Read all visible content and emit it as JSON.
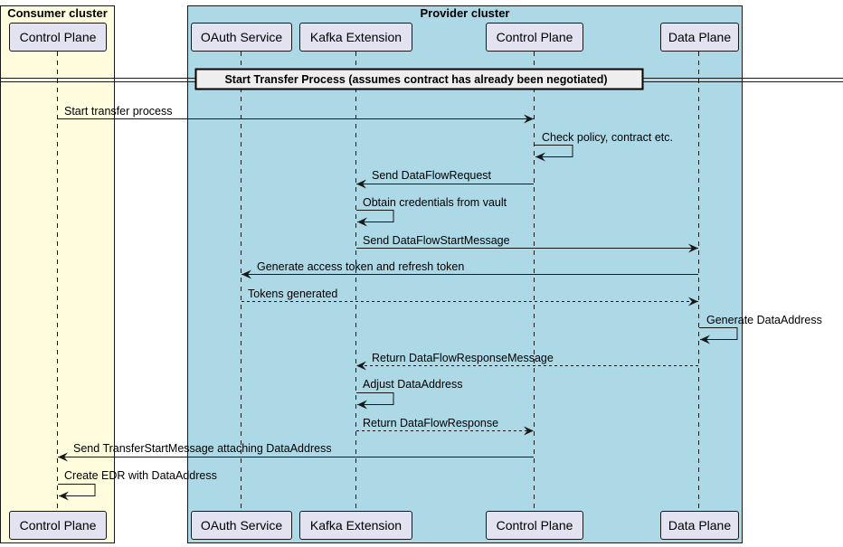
{
  "groups": {
    "consumer_title": "Consumer cluster",
    "provider_title": "Provider cluster"
  },
  "participants": {
    "consumer_cp": "Control Plane",
    "oauth": "OAuth Service",
    "kafka": "Kafka Extension",
    "provider_cp": "Control Plane",
    "dataplane": "Data Plane"
  },
  "divider": {
    "label": "Start Transfer Process (assumes contract has already been negotiated)"
  },
  "messages": [
    {
      "label": "Start transfer process"
    },
    {
      "label": "Check policy, contract etc."
    },
    {
      "label": "Send DataFlowRequest"
    },
    {
      "label": "Obtain credentials from vault"
    },
    {
      "label": "Send DataFlowStartMessage"
    },
    {
      "label": "Generate access token and refresh token"
    },
    {
      "label": "Tokens generated"
    },
    {
      "label": "Generate DataAddress"
    },
    {
      "label": "Return DataFlowResponseMessage"
    },
    {
      "label": "Adjust DataAddress"
    },
    {
      "label": "Return DataFlowResponse"
    },
    {
      "label": "Send TransferStartMessage attaching DataAddress"
    },
    {
      "label": "Create EDR with DataAddress"
    }
  ],
  "colors": {
    "consumer_bg": "#fffddd",
    "provider_bg": "#add8e6",
    "participant_bg": "#e2e2f0",
    "line": "#181818"
  }
}
